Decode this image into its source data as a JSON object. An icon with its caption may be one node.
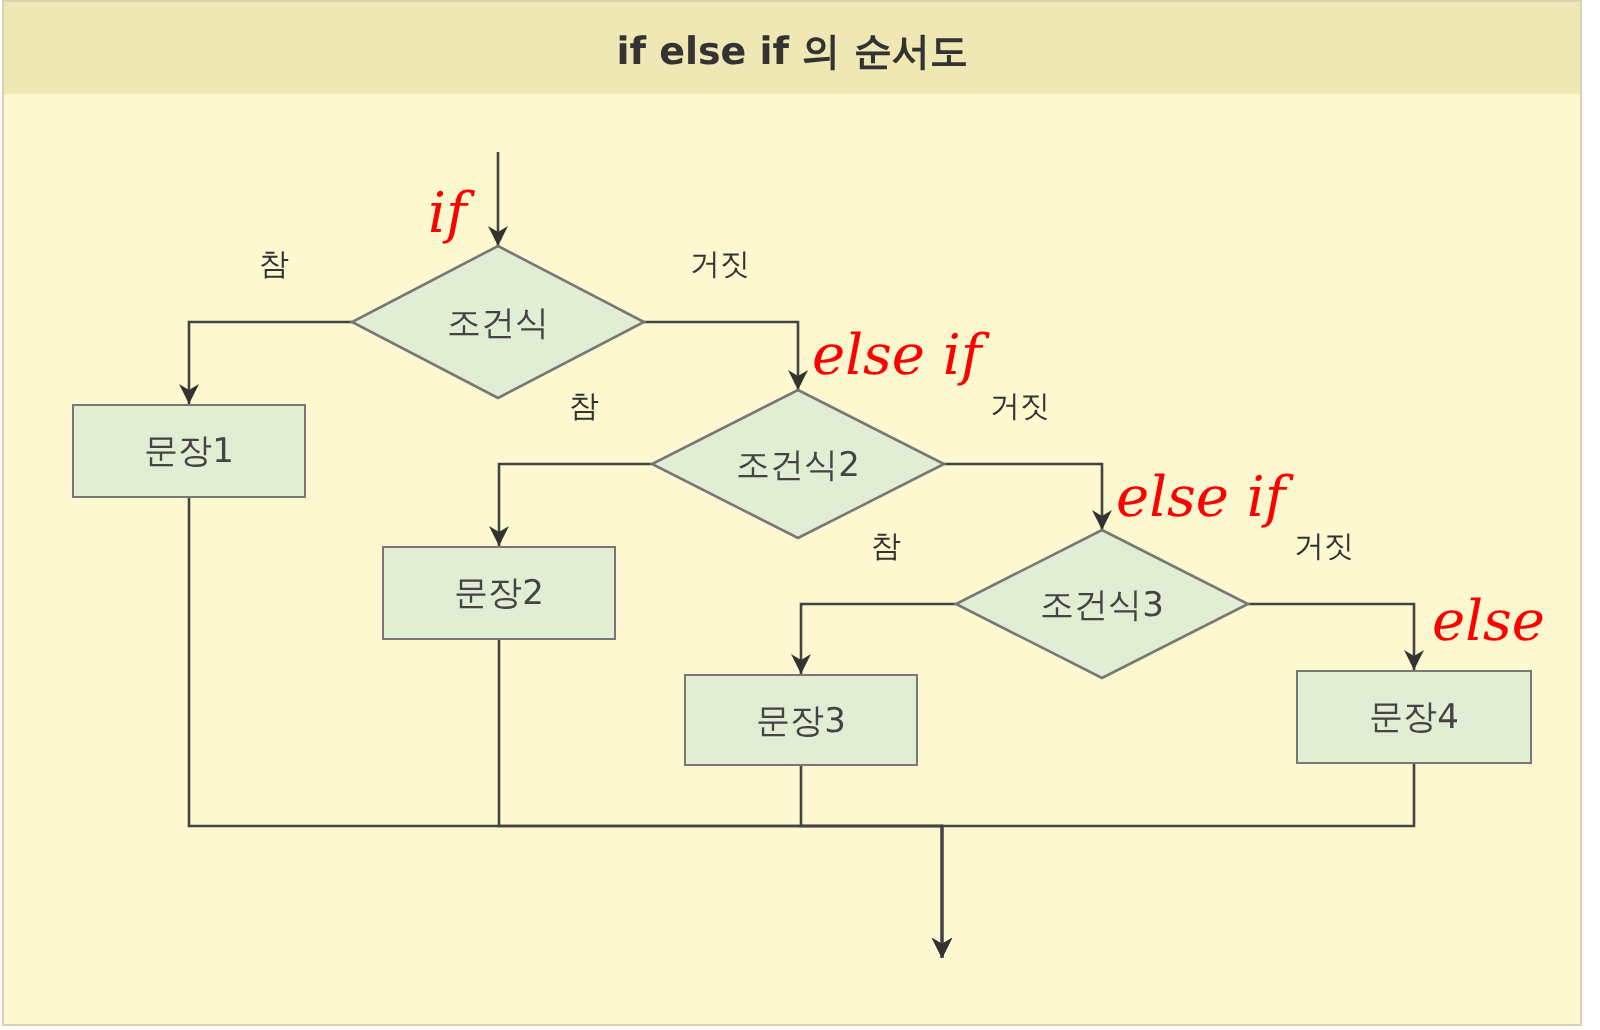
{
  "diagram": {
    "title": "if else if 의 순서도",
    "nodes": [
      {
        "text": [
          "조건식"
        ]
      },
      {
        "text": [
          "문장1"
        ]
      },
      {
        "text": [
          "조건식2"
        ]
      },
      {
        "text": [
          "문장2"
        ]
      },
      {
        "text": [
          "조건식3"
        ]
      },
      {
        "text": [
          "문장3"
        ]
      },
      {
        "text": [
          "문장4"
        ]
      }
    ],
    "edges": [
      {
        "from": null,
        "to": 0,
        "arrow": "to"
      },
      {
        "from": 0,
        "to": 1,
        "arrow": "to",
        "label": "참"
      },
      {
        "from": 0,
        "to": 2,
        "arrow": "to",
        "label": "거짓"
      },
      {
        "from": 2,
        "to": 3,
        "arrow": "to",
        "label": "참"
      },
      {
        "from": 2,
        "to": 4,
        "arrow": "to",
        "label": "거짓"
      },
      {
        "from": 4,
        "to": 5,
        "arrow": "to",
        "label": "참"
      },
      {
        "from": 4,
        "to": 6,
        "arrow": "to",
        "label": "거짓"
      },
      {
        "from": 1,
        "to": null,
        "arrow": "to"
      },
      {
        "from": 3,
        "to": null,
        "arrow": "to"
      },
      {
        "from": 5,
        "to": null,
        "arrow": "to"
      },
      {
        "from": 6,
        "to": null,
        "arrow": "to"
      }
    ],
    "labels": [
      "if",
      "else if",
      "else if",
      "else"
    ]
  }
}
